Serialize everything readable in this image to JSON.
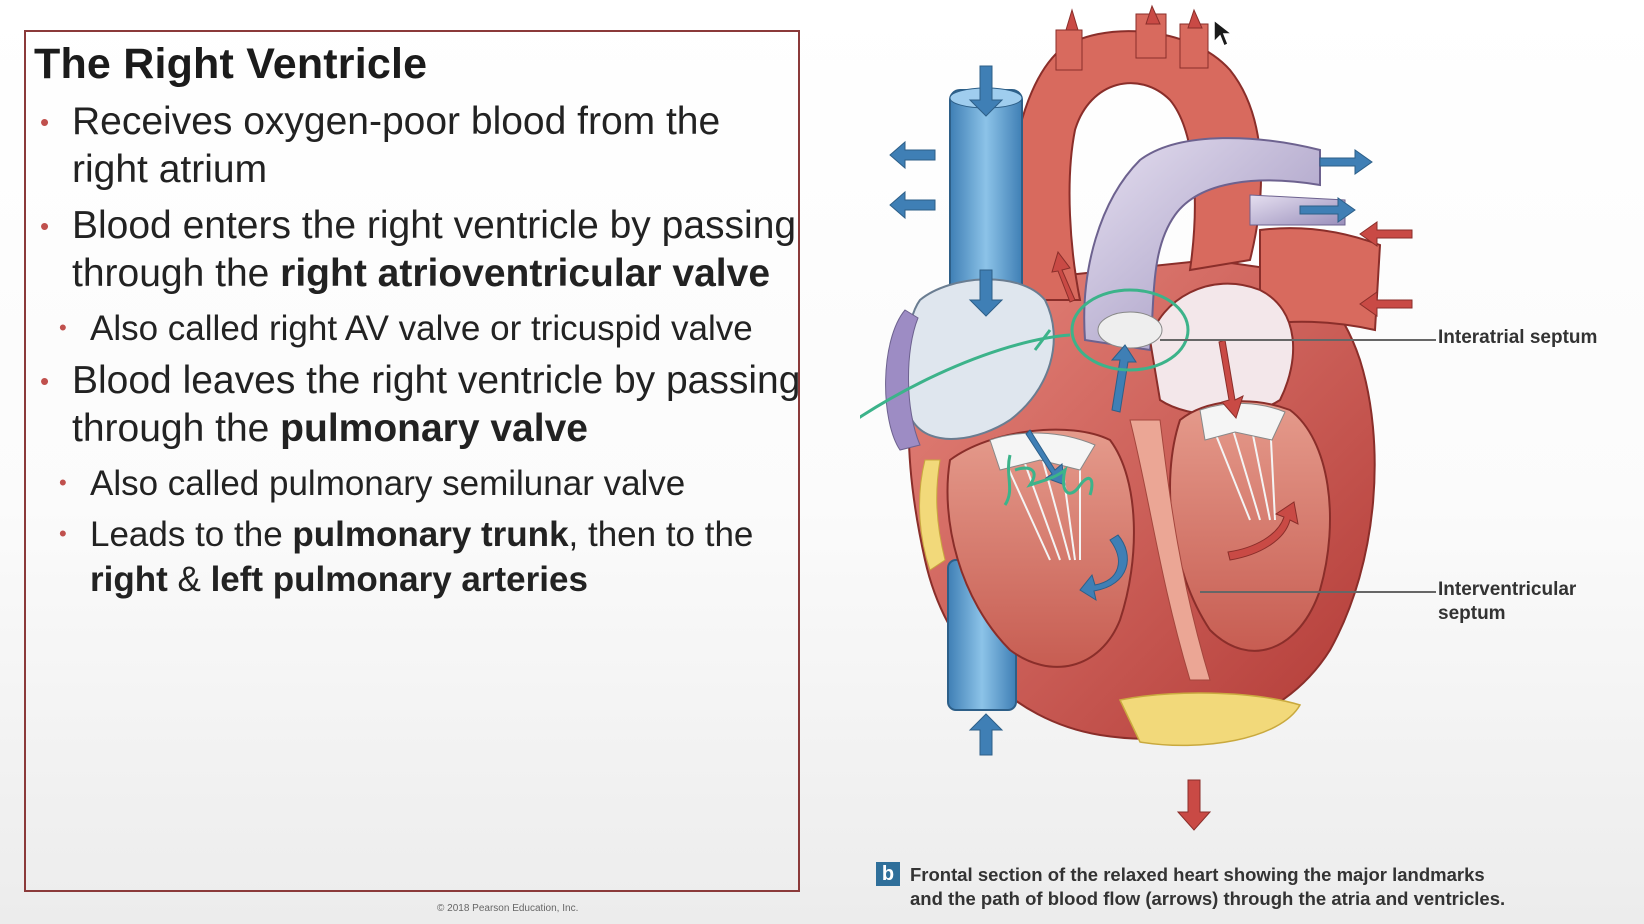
{
  "slide": {
    "title": "The Right Ventricle",
    "bullets": [
      {
        "level": 1,
        "runs": [
          {
            "text": "Receives oxygen-poor blood from the right atrium",
            "bold": false
          }
        ]
      },
      {
        "level": 1,
        "runs": [
          {
            "text": "Blood enters the right ventricle by passing through the ",
            "bold": false
          },
          {
            "text": "right atrioventricular valve",
            "bold": true
          }
        ]
      },
      {
        "level": 2,
        "runs": [
          {
            "text": "Also called right AV valve or tricuspid valve",
            "bold": false
          }
        ]
      },
      {
        "level": 1,
        "runs": [
          {
            "text": "Blood leaves the right ventricle by passing through the ",
            "bold": false
          },
          {
            "text": "pulmonary valve",
            "bold": true
          }
        ]
      },
      {
        "level": 2,
        "runs": [
          {
            "text": "Also called pulmonary semilunar valve",
            "bold": false
          }
        ]
      },
      {
        "level": 2,
        "runs": [
          {
            "text": "Leads to the ",
            "bold": false
          },
          {
            "text": "pulmonary trunk",
            "bold": true
          },
          {
            "text": ", then to the ",
            "bold": false
          },
          {
            "text": "right",
            "bold": true
          },
          {
            "text": " & ",
            "bold": false
          },
          {
            "text": "left pulmonary arteries",
            "bold": true
          }
        ]
      }
    ],
    "copyright": "© 2018 Pearson Education, Inc."
  },
  "figure": {
    "labels": {
      "interatrial": "Interatrial septum",
      "interventricular_line1": "Interventricular",
      "interventricular_line2": "septum"
    },
    "caption_badge": "b",
    "caption_line1": "Frontal section of the relaxed heart showing the major landmarks",
    "caption_line2": "and the path of blood flow (arrows) through the atria and ventricles."
  },
  "colors": {
    "border": "#8b3a3a",
    "bullet": "#c0504d",
    "vein_blue": "#4a90c8",
    "artery_red": "#c94a45",
    "annotation_green": "#3cb38a"
  },
  "annotation": {
    "handwriting": "R+sub"
  }
}
